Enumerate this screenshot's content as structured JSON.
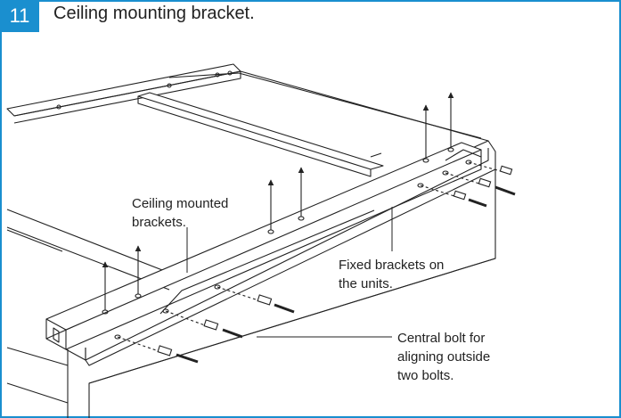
{
  "step": {
    "number": "11",
    "title": "Ceiling mounting bracket."
  },
  "labels": {
    "ceiling": [
      "Ceiling mounted",
      "brackets."
    ],
    "fixed": [
      "Fixed brackets on",
      "the units."
    ],
    "bolt": [
      "Central bolt for",
      "aligning outside",
      "two bolts."
    ]
  },
  "colors": {
    "accent": "#1a8fcf",
    "line": "#222222"
  }
}
